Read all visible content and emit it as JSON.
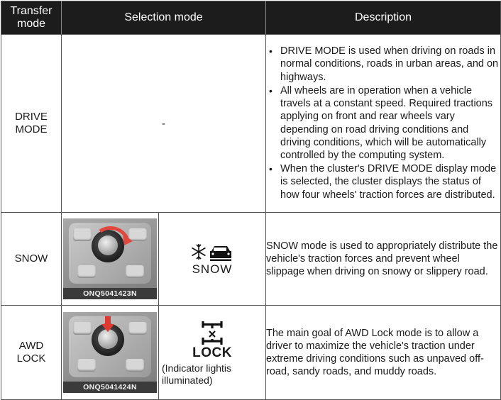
{
  "header": {
    "transfer_mode": "Transfer\nmode",
    "selection_mode": "Selection mode",
    "description": "Description"
  },
  "rows": [
    {
      "mode": "DRIVE MODE",
      "selection": "-",
      "bullets": [
        "DRIVE MODE is used when driving on roads in normal conditions, roads in urban areas, and on highways.",
        "All wheels are in operation when a vehicle travels at a constant speed. Required tractions applying on front and rear wheels vary depending on road driving conditions and driving conditions, which will be automatically controlled by the computing system.",
        "When the cluster's DRIVE MODE display mode is selected, the cluster displays the status of how four wheels' traction forces are distributed."
      ]
    },
    {
      "mode": "SNOW",
      "photo_code": "ONQ5041423N",
      "indicator_label": "SNOW",
      "indicator_icon": "snow-car-icon",
      "description": "SNOW mode is used to appropriately distribute the vehicle's traction forces and prevent wheel slippage when driving on snowy or slippery road."
    },
    {
      "mode": "AWD LOCK",
      "photo_code": "ONQ5041424N",
      "indicator_label": "LOCK",
      "indicator_icon": "awd-lock-icon",
      "indicator_note": "(Indicator lightis illuminated)",
      "description": "The main goal of AWD Lock mode is to allow a driver to maximize the vehicle's traction under extreme driving conditions such as unpaved off-road, sandy roads, and muddy roads."
    }
  ],
  "colors": {
    "header_bg": "#1c1c1c",
    "rotate_arrow": "#e0473d",
    "press_arrow": "#e03a30"
  }
}
